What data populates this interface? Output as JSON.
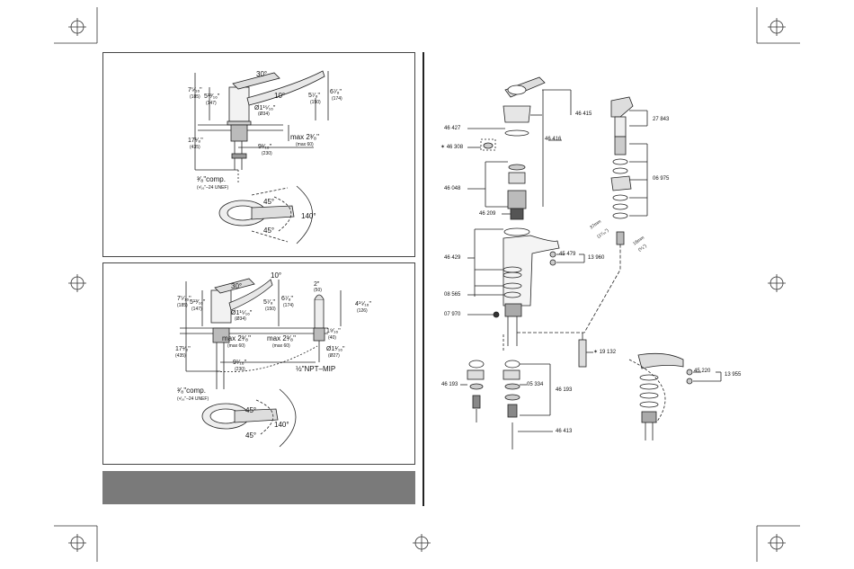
{
  "panel_top": {
    "angle_30": "30°",
    "angle_10": "10°",
    "h1": "7⁵⁄₁₆\"",
    "h1mm": "(185)",
    "h2": "5¹³⁄₁₆\"",
    "h2mm": "(147)",
    "dia": "Ø1¹⁵⁄₁₆\"",
    "diamm": "(Ø34)",
    "r1": "5⁷⁄₈\"",
    "r1mm": "(150)",
    "r2": "6⁷⁄₈\"",
    "r2mm": "(174)",
    "max": "max 2³⁄₈\"",
    "maxmm": "(max 60)",
    "depth": "17¹⁄₈\"",
    "depthmm": "(435)",
    "reach": "9¹⁄₁₆\"",
    "reachmm": "(230)",
    "comp": "³⁄₈\"comp.",
    "unef": "(⁹⁄₁₆\"–24 UNEF)",
    "a45a": "45°",
    "a45b": "45°",
    "a140": "140°"
  },
  "panel_bottom": {
    "angle_10": "10°",
    "angle_30": "30°",
    "w2": "2\"",
    "w2mm": "(50)",
    "h1": "7⁵⁄₁₆\"",
    "h1mm": "(185)",
    "h2": "5¹³⁄₁₆\"",
    "h2mm": "(147)",
    "r1": "5⁷⁄₈\"",
    "r1mm": "(150)",
    "r2": "6⁷⁄₈\"",
    "r2mm": "(174)",
    "hs": "4¹⁵⁄₁₆\"",
    "hsmm": "(126)",
    "dia": "Ø1¹⁵⁄₁₆\"",
    "diamm": "(Ø34)",
    "max1": "max 2³⁄₈\"",
    "max1mm": "(max 60)",
    "max2": "max 2³⁄₈\"",
    "max2mm": "(max 60)",
    "s1": "1⁹⁄₁₆\"",
    "s1mm": "(40)",
    "dia2": "Ø1¹⁄₁₆\"",
    "dia2mm": "(Ø27)",
    "depth": "17¹⁄₈\"",
    "depthmm": "(435)",
    "reach": "9¹⁄₁₆\"",
    "reachmm": "(230)",
    "npt": "½\"NPT–MIP",
    "comp": "³⁄₈\"comp.",
    "unef": "(⁹⁄₁₆\"–24 UNEF)",
    "a45a": "45°",
    "a45b": "45°",
    "a140": "140°"
  },
  "parts": {
    "p46415": "46 415",
    "p46416": "46 416",
    "p46427": "46 427",
    "p46308": "✶ 46 308",
    "p46048": "46 048",
    "p46209": "46 209",
    "p46429": "46 429",
    "p08565": "08 565",
    "p07970": "07 970",
    "p45479": "45 479",
    "p13960": "13 960",
    "p27843": "27 843",
    "p06975": "06 975",
    "p19132": "✶ 19 132",
    "p46193a": "46 193",
    "p46193b": "46 193",
    "p05334": "05 334",
    "p46413": "46 413",
    "p45220": "45 220",
    "p13955": "13 955",
    "hose1": "37mm",
    "hose1b": "(1⁷⁄₁₆\")",
    "hose2": "16mm",
    "hose2b": "(⁵⁄₈\")"
  }
}
